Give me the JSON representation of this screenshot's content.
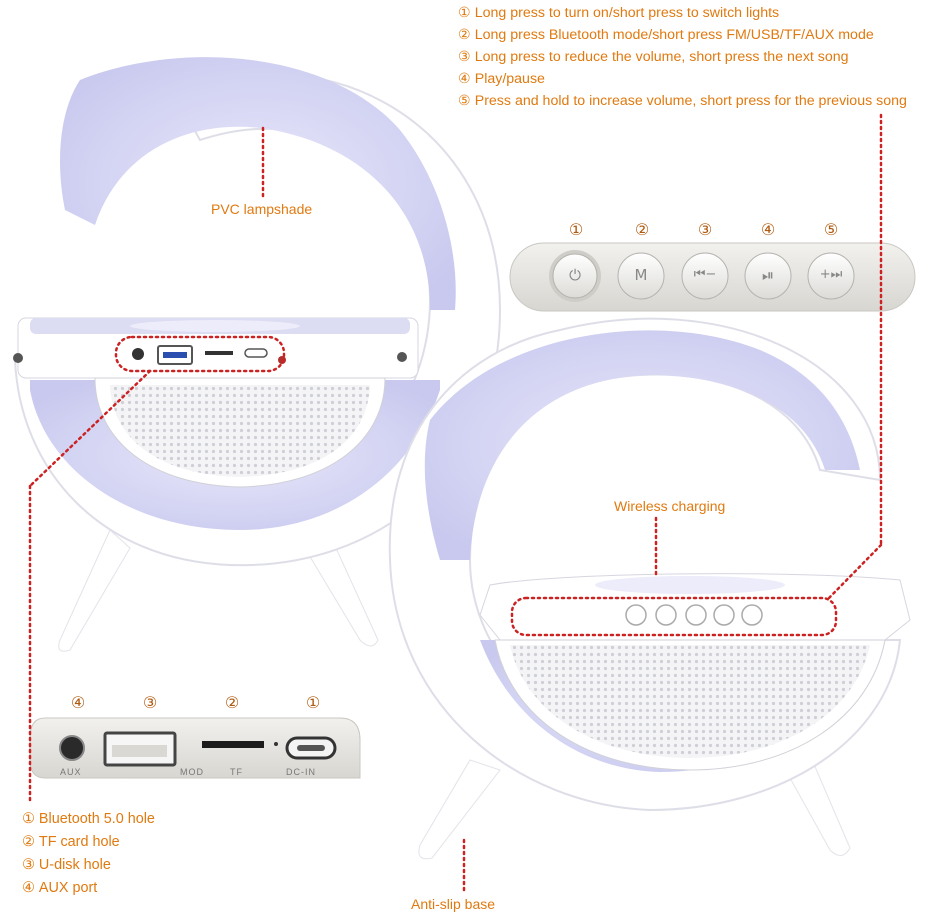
{
  "functions_legend": [
    {
      "num": "①",
      "text": "Long press to turn on/short press to switch lights"
    },
    {
      "num": "②",
      "text": "Long press Bluetooth mode/short press FM/USB/TF/AUX mode"
    },
    {
      "num": "③",
      "text": "Long press to reduce the volume, short press the next song"
    },
    {
      "num": "④",
      "text": "Play/pause"
    },
    {
      "num": "⑤",
      "text": "Press and hold to increase volume, short press for the previous song"
    }
  ],
  "callouts": {
    "lampshade": "PVC lampshade",
    "wireless": "Wireless charging",
    "base": "Anti-slip base"
  },
  "button_panel": {
    "markers": [
      "①",
      "②",
      "③",
      "④",
      "⑤"
    ],
    "buttons": [
      {
        "icon": "power-light-icon",
        "glyph": "⏻"
      },
      {
        "icon": "mode-icon",
        "glyph": "M"
      },
      {
        "icon": "previous-minus-icon",
        "glyph": "⏮−"
      },
      {
        "icon": "play-pause-icon",
        "glyph": "⏯"
      },
      {
        "icon": "plus-next-icon",
        "glyph": "+⏭"
      }
    ]
  },
  "port_panel": {
    "markers": [
      "④",
      "③",
      "②",
      "①"
    ],
    "labels": [
      "AUX",
      "MOD",
      "TF",
      "DC-IN"
    ]
  },
  "ports_legend": [
    {
      "num": "①",
      "text": "Bluetooth 5.0 hole"
    },
    {
      "num": "②",
      "text": "TF card hole"
    },
    {
      "num": "③",
      "text": "U-disk hole"
    },
    {
      "num": "④",
      "text": "AUX port"
    }
  ],
  "colors": {
    "accent_text": "#e07a10",
    "dotted_line": "#cc2222",
    "lamp_glow": "#d9d9f7",
    "body_white": "#ffffff",
    "panel_grey": "#e6e4e0"
  }
}
